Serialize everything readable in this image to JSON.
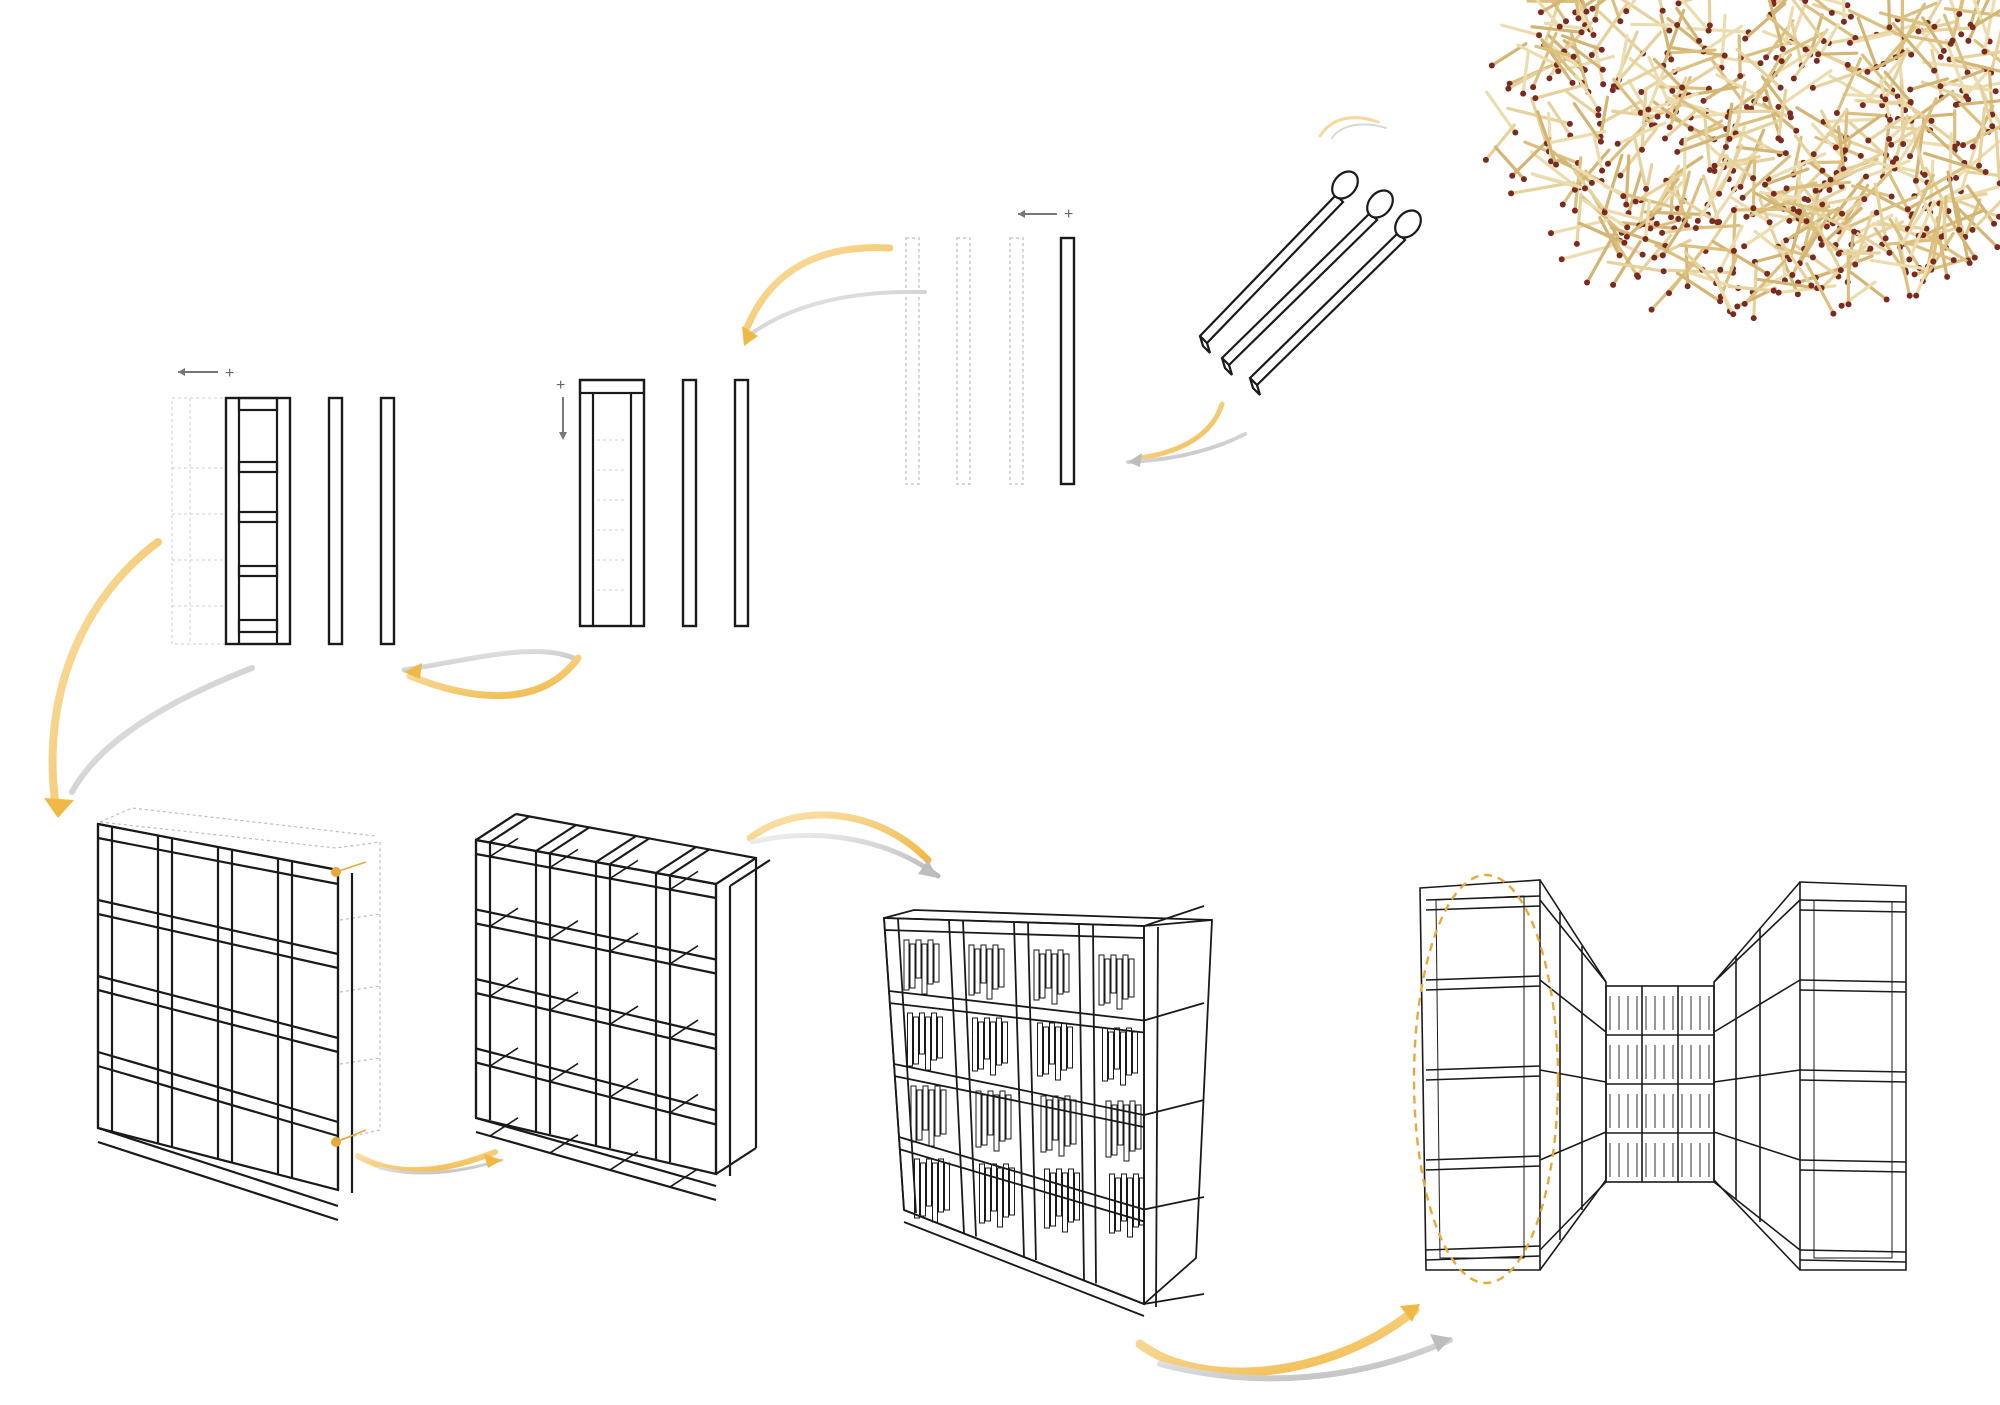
{
  "diagram": {
    "steps": [
      {
        "id": "matches-pile",
        "label": ""
      },
      {
        "id": "three-matches",
        "label": ""
      },
      {
        "id": "four-sticks",
        "label": ""
      },
      {
        "id": "frame-a",
        "label": ""
      },
      {
        "id": "frame-b",
        "label": ""
      },
      {
        "id": "grid-front",
        "label": ""
      },
      {
        "id": "grid-depth",
        "label": ""
      },
      {
        "id": "bookcase-sketch",
        "label": ""
      },
      {
        "id": "corridor-perspective",
        "label": ""
      }
    ],
    "markers": {
      "plus": "+"
    },
    "colors": {
      "accent": "#f0b845",
      "accent_light": "#f7d79a",
      "gray_arrow": "#c4c4c4",
      "line": "#1a1a1a",
      "dotted": "#bdbdbd",
      "match_wood": "#e2c98e",
      "match_head": "#7a2a1e",
      "highlight": "#e9a93a"
    }
  }
}
